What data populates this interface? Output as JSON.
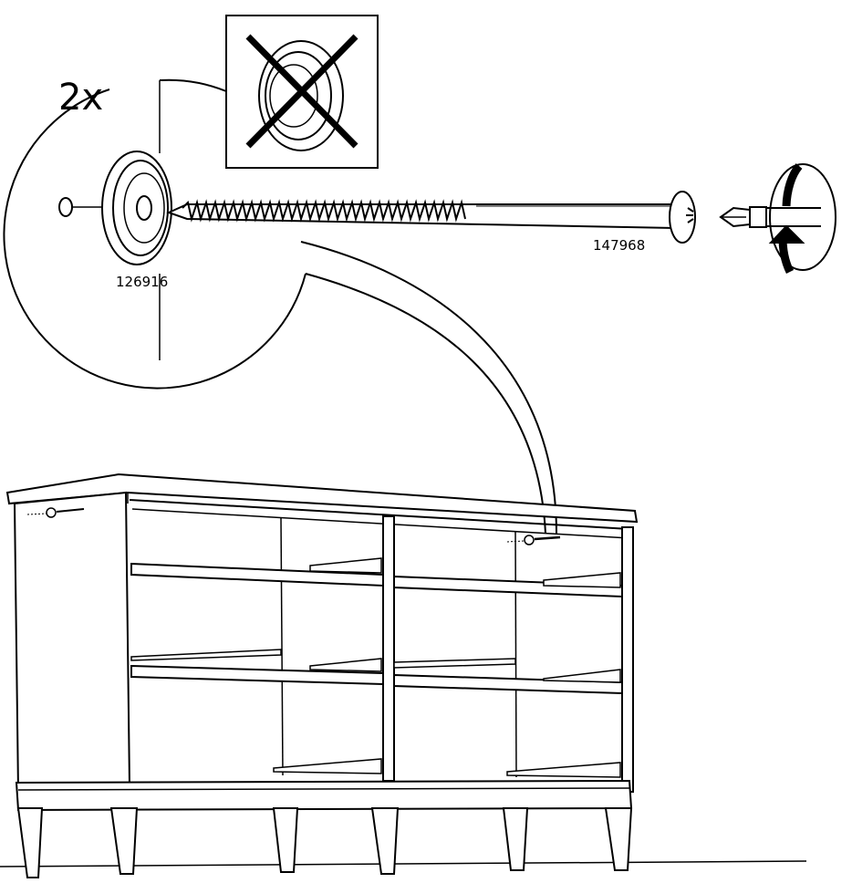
{
  "callout": {
    "quantity": "2x",
    "washer_part_number": "126916",
    "screw_part_number": "147968"
  },
  "warning_box": {
    "icon": "cross-out-icon"
  },
  "tool": {
    "icon": "screwdriver-bit-icon",
    "action_icon": "rotate-clockwise-icon"
  },
  "colors": {
    "ink": "#000000",
    "paper": "#ffffff"
  }
}
